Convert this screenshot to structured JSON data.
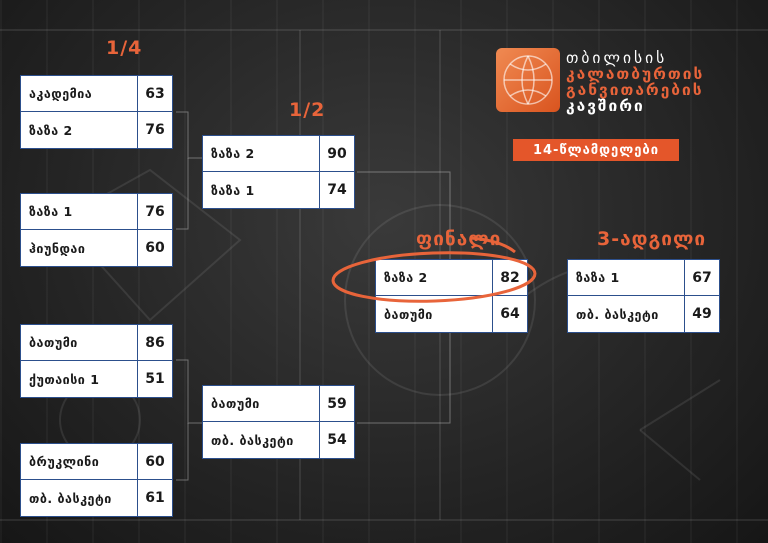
{
  "rounds": {
    "quarter": "1/4",
    "semi": "1/2",
    "final": "ფინალი",
    "third": "3-ადგილი"
  },
  "org": {
    "line1": "თბილისის",
    "line2": "კალათბურთის",
    "line3": "განვითარების",
    "line4": "კავშირი",
    "age_group": "14-წლამდელები"
  },
  "colors": {
    "accent": "#e8643a",
    "border": "#2c4f8c"
  },
  "matches": {
    "qf1": {
      "team1": "აკადემია",
      "score1": "63",
      "team2": "ზაზა 2",
      "score2": "76"
    },
    "qf2": {
      "team1": "ზაზა 1",
      "score1": "76",
      "team2": "ჰიუნდაი",
      "score2": "60"
    },
    "qf3": {
      "team1": "ბათუმი",
      "score1": "86",
      "team2": "ქუთაისი 1",
      "score2": "51"
    },
    "qf4": {
      "team1": "ბრუკლინი",
      "score1": "60",
      "team2": "თბ. ბასკეტი",
      "score2": "61"
    },
    "sf1": {
      "team1": "ზაზა 2",
      "score1": "90",
      "team2": "ზაზა 1",
      "score2": "74"
    },
    "sf2": {
      "team1": "ბათუმი",
      "score1": "59",
      "team2": "თბ. ბასკეტი",
      "score2": "54"
    },
    "final": {
      "team1": "ზაზა 2",
      "score1": "82",
      "team2": "ბათუმი",
      "score2": "64"
    },
    "third": {
      "team1": "ზაზა 1",
      "score1": "67",
      "team2": "თბ. ბასკეტი",
      "score2": "49"
    }
  }
}
